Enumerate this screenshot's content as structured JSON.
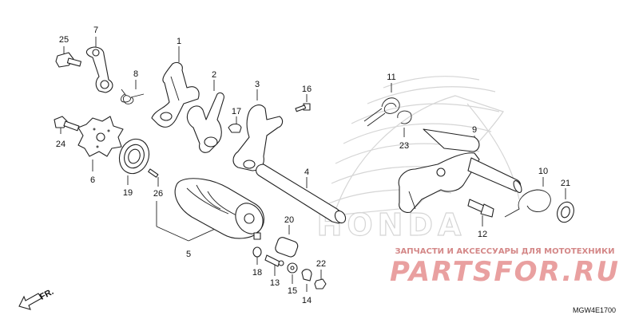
{
  "labels": {
    "p1": "1",
    "p2": "2",
    "p3": "3",
    "p4": "4",
    "p5": "5",
    "p6": "6",
    "p7": "7",
    "p8": "8",
    "p9": "9",
    "p10": "10",
    "p11": "11",
    "p12": "12",
    "p13": "13",
    "p14": "14",
    "p15": "15",
    "p16": "16",
    "p17": "17",
    "p18": "18",
    "p19": "19",
    "p20": "20",
    "p21": "21",
    "p22": "22",
    "p23": "23",
    "p24": "24",
    "p25": "25",
    "p26": "26"
  },
  "front_indicator": "FR.",
  "diagram_code": "MGW4E1700",
  "watermark": {
    "brand_word": "HONDA",
    "caption": "ЗАПЧАСТИ И АКСЕССУАРЫ ДЛЯ МОТОТЕХНИКИ",
    "logo_text": "PARTSFOR.RU"
  },
  "colors": {
    "watermark_red": "#e9a0a0",
    "watermark_caption": "#d48888",
    "honda_mark": "#d5d5d5",
    "ink": "#222222"
  }
}
